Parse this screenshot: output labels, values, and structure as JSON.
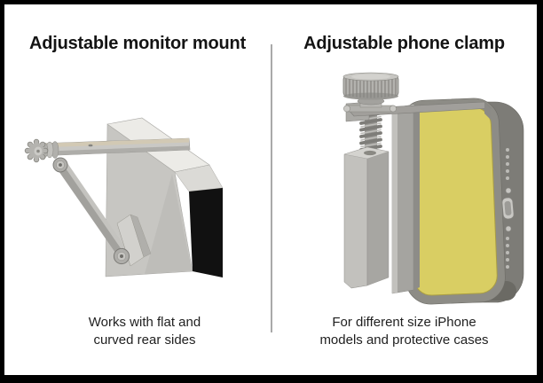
{
  "frame": {
    "background": "#ffffff",
    "border_color": "#000000",
    "divider_color": "#a9a9a9"
  },
  "left_panel": {
    "title": "Adjustable monitor mount",
    "caption": [
      "Works with flat and",
      "curved rear sides"
    ],
    "render_name": "adjustable-monitor-mount-3d-render"
  },
  "right_panel": {
    "title": "Adjustable phone clamp",
    "caption": [
      "For different size iPhone",
      "models and protective cases"
    ],
    "render_name": "adjustable-phone-clamp-3d-render"
  },
  "colors": {
    "cad_gray_light": "#ecebe7",
    "cad_gray": "#c6c5c1",
    "cad_gray_dark": "#9a9995",
    "monitor_edge_black": "#111111",
    "phone_band_gray": "#7d7c77",
    "phone_frame_gray": "#8d8c86",
    "screen_yellow": "#d9ce63"
  }
}
